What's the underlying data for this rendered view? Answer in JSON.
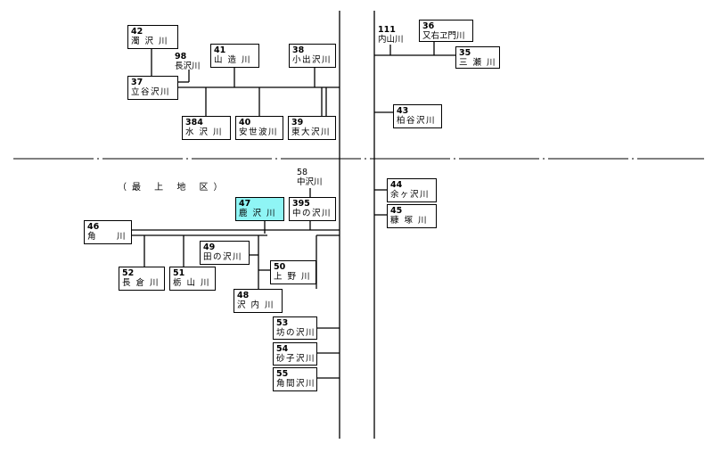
{
  "region_label": "（最 上 地 区）",
  "highlight_color": "#8ff5f5",
  "rivers": {
    "r42": {
      "number": "42",
      "name": "濁 沢 川"
    },
    "r37": {
      "number": "37",
      "name": "立谷沢川"
    },
    "r41": {
      "number": "41",
      "name": "山 造 川"
    },
    "r38": {
      "number": "38",
      "name": "小出沢川"
    },
    "r384": {
      "number": "384",
      "name": "水 沢 川"
    },
    "r40": {
      "number": "40",
      "name": "安世波川"
    },
    "r39": {
      "number": "39",
      "name": "東大沢川"
    },
    "r36": {
      "number": "36",
      "name": "又右ヱ門川"
    },
    "r35": {
      "number": "35",
      "name": "三 瀬 川"
    },
    "r43": {
      "number": "43",
      "name": "柏谷沢川"
    },
    "r44": {
      "number": "44",
      "name": "余ヶ沢川"
    },
    "r45": {
      "number": "45",
      "name": "糠 塚 川"
    },
    "r47": {
      "number": "47",
      "name": "鹿 沢 川"
    },
    "r395": {
      "number": "395",
      "name": "中の沢川"
    },
    "r46": {
      "number": "46",
      "name": "角　　川"
    },
    "r49": {
      "number": "49",
      "name": "田の沢川"
    },
    "r50": {
      "number": "50",
      "name": "上 野 川"
    },
    "r52": {
      "number": "52",
      "name": "長 倉 川"
    },
    "r51": {
      "number": "51",
      "name": "栃 山 川"
    },
    "r48": {
      "number": "48",
      "name": "沢 内 川"
    },
    "r53": {
      "number": "53",
      "name": "坊の沢川"
    },
    "r54": {
      "number": "54",
      "name": "砂子沢川"
    },
    "r55": {
      "number": "55",
      "name": "角間沢川"
    }
  },
  "unboxed": {
    "r98": {
      "number": "98",
      "name": "長沢川"
    },
    "r111": {
      "number": "111",
      "name": "内山川"
    },
    "r58": {
      "number": "58",
      "name": "中沢川"
    }
  }
}
